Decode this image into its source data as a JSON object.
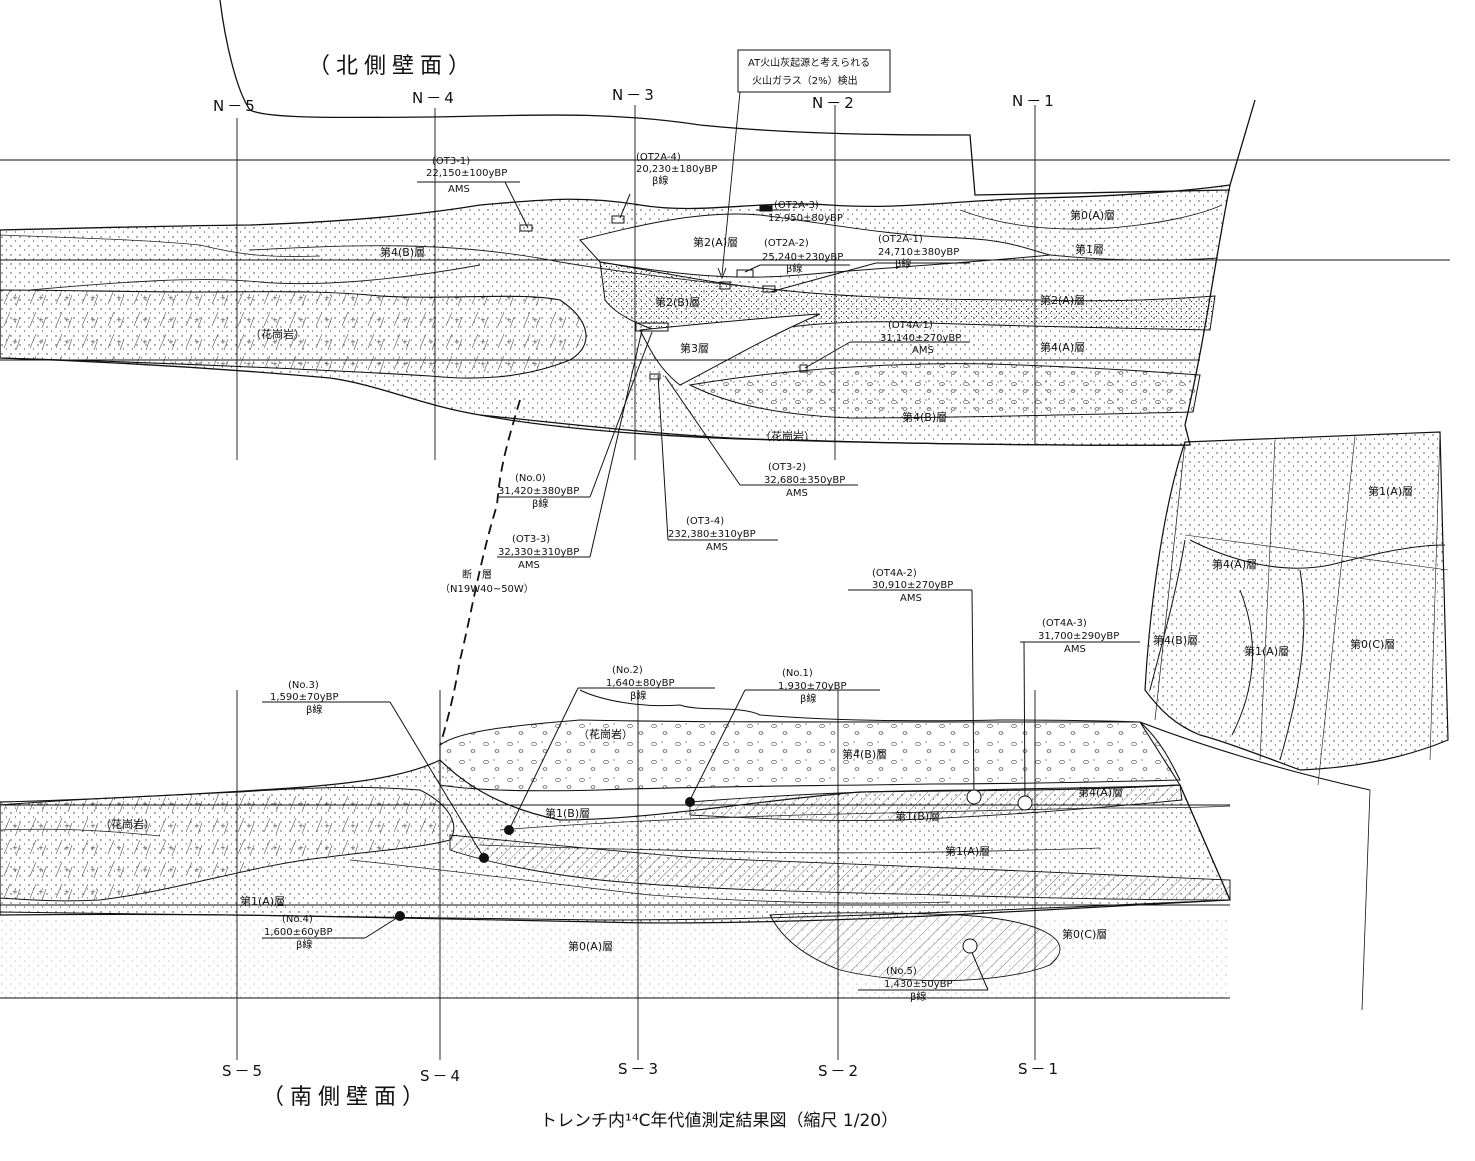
{
  "figure": {
    "title": "トレンチ内¹⁴C年代値測定結果図（縮尺 1/20）"
  },
  "walls": {
    "north": "（北側壁面）",
    "south": "（南側壁面）"
  },
  "grid": {
    "north": [
      "N－5",
      "N－4",
      "N－3",
      "N－2",
      "N－1"
    ],
    "south": [
      "S－5",
      "S－4",
      "S－3",
      "S－2",
      "S－1"
    ]
  },
  "note_box": {
    "line1": "AT火山灰起源と考えられる",
    "line2": "火山ガラス（2%）検出"
  },
  "fault": {
    "label": "断　層",
    "strike": "（N19W40~50W）"
  },
  "layers": {
    "n_4b_left": "第4(B)層",
    "n_granite_left": "（花崗岩）",
    "n_2a_center": "第2(A)層",
    "n_2b": "第2(B)層",
    "n_3": "第3層",
    "n_0a": "第0(A)層",
    "n_1": "第1層",
    "n_2a_right": "第2(A)層",
    "n_4a": "第4(A)層",
    "n_4b_right": "第4(B)層",
    "n_granite_bottom": "（花崗岩）",
    "e_1a_top": "第1(A)層",
    "e_4a": "第4(A)層",
    "e_4b": "第4(B)層",
    "e_1a_mid": "第1(A)層",
    "e_0c": "第0(C)層",
    "s_granite_top": "（花崗岩）",
    "s_4b": "第4(B)層",
    "s_4a": "第4(A)層",
    "s_1b_left": "第1(B)層",
    "s_1b_right": "第1(B)層",
    "s_granite_left": "（花崗岩）",
    "s_1a_right": "第1(A)層",
    "s_1a_left": "第1(A)層",
    "s_0a": "第0(A)層",
    "s_0c": "第0(C)層"
  },
  "samples": [
    {
      "id": "(OT3-1)",
      "age": "22,150±100yBP",
      "method": "AMS"
    },
    {
      "id": "(OT2A-4)",
      "age": "20,230±180yBP",
      "method": "β線"
    },
    {
      "id": "(OT2A-3)",
      "age": "12,950±80yBP",
      "method": ""
    },
    {
      "id": "(OT2A-2)",
      "age": "25,240±230yBP",
      "method": "β線"
    },
    {
      "id": "(OT2A-1)",
      "age": "24,710±380yBP",
      "method": "β線"
    },
    {
      "id": "(OT4A-1)",
      "age": "31,140±270yBP",
      "method": "AMS"
    },
    {
      "id": "(OT3-2)",
      "age": "32,680±350yBP",
      "method": "AMS"
    },
    {
      "id": "(No.0)",
      "age": "31,420±380yBP",
      "method": "β線"
    },
    {
      "id": "(OT3-4)",
      "age": "232,380±310yBP",
      "method": "AMS"
    },
    {
      "id": "(OT3-3)",
      "age": "32,330±310yBP",
      "method": "AMS"
    },
    {
      "id": "(OT4A-2)",
      "age": "30,910±270yBP",
      "method": "AMS"
    },
    {
      "id": "(OT4A-3)",
      "age": "31,700±290yBP",
      "method": "AMS"
    },
    {
      "id": "(No.3)",
      "age": "1,590±70yBP",
      "method": "β線"
    },
    {
      "id": "(No.2)",
      "age": "1,640±80yBP",
      "method": "β線"
    },
    {
      "id": "(No.1)",
      "age": "1,930±70yBP",
      "method": "β線"
    },
    {
      "id": "(No.4)",
      "age": "1,600±60yBP",
      "method": "β線"
    },
    {
      "id": "(No.5)",
      "age": "1,430±50yBP",
      "method": "β線"
    }
  ]
}
